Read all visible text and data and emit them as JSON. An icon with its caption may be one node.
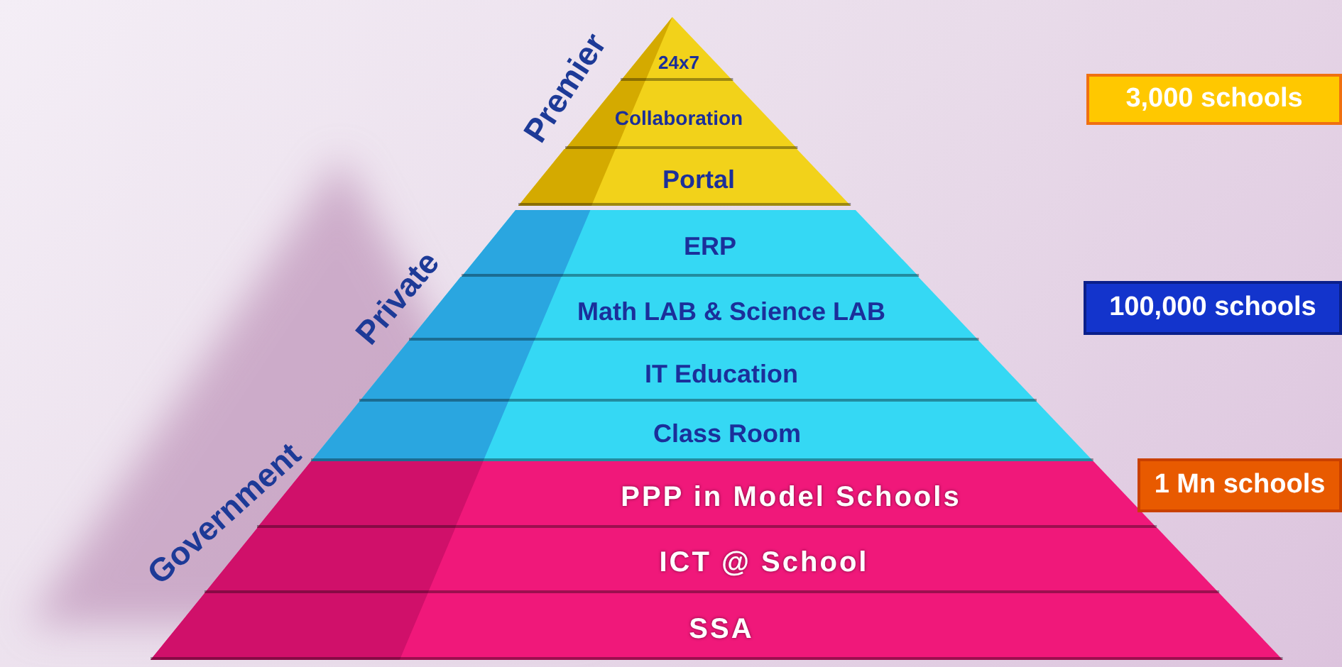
{
  "diagram": {
    "nodes": [
      {
        "text": [
          "24x7"
        ]
      },
      {
        "text": [
          "Collaboration"
        ]
      },
      {
        "text": [
          "Portal"
        ]
      },
      {
        "text": [
          "ERP"
        ]
      },
      {
        "text": [
          "Math LAB & Science LAB"
        ]
      },
      {
        "text": [
          "IT Education"
        ]
      },
      {
        "text": [
          "Class Room"
        ]
      },
      {
        "text": [
          "PPP in Model Schools"
        ]
      },
      {
        "text": [
          "ICT @ School"
        ]
      },
      {
        "text": [
          "SSA"
        ]
      },
      {
        "text": [
          "3,000 schools"
        ]
      },
      {
        "text": [
          "100,000 schools"
        ]
      },
      {
        "text": [
          "1 Mn schools"
        ]
      }
    ],
    "labels": [
      "Premier",
      "Private",
      "Government"
    ]
  }
}
